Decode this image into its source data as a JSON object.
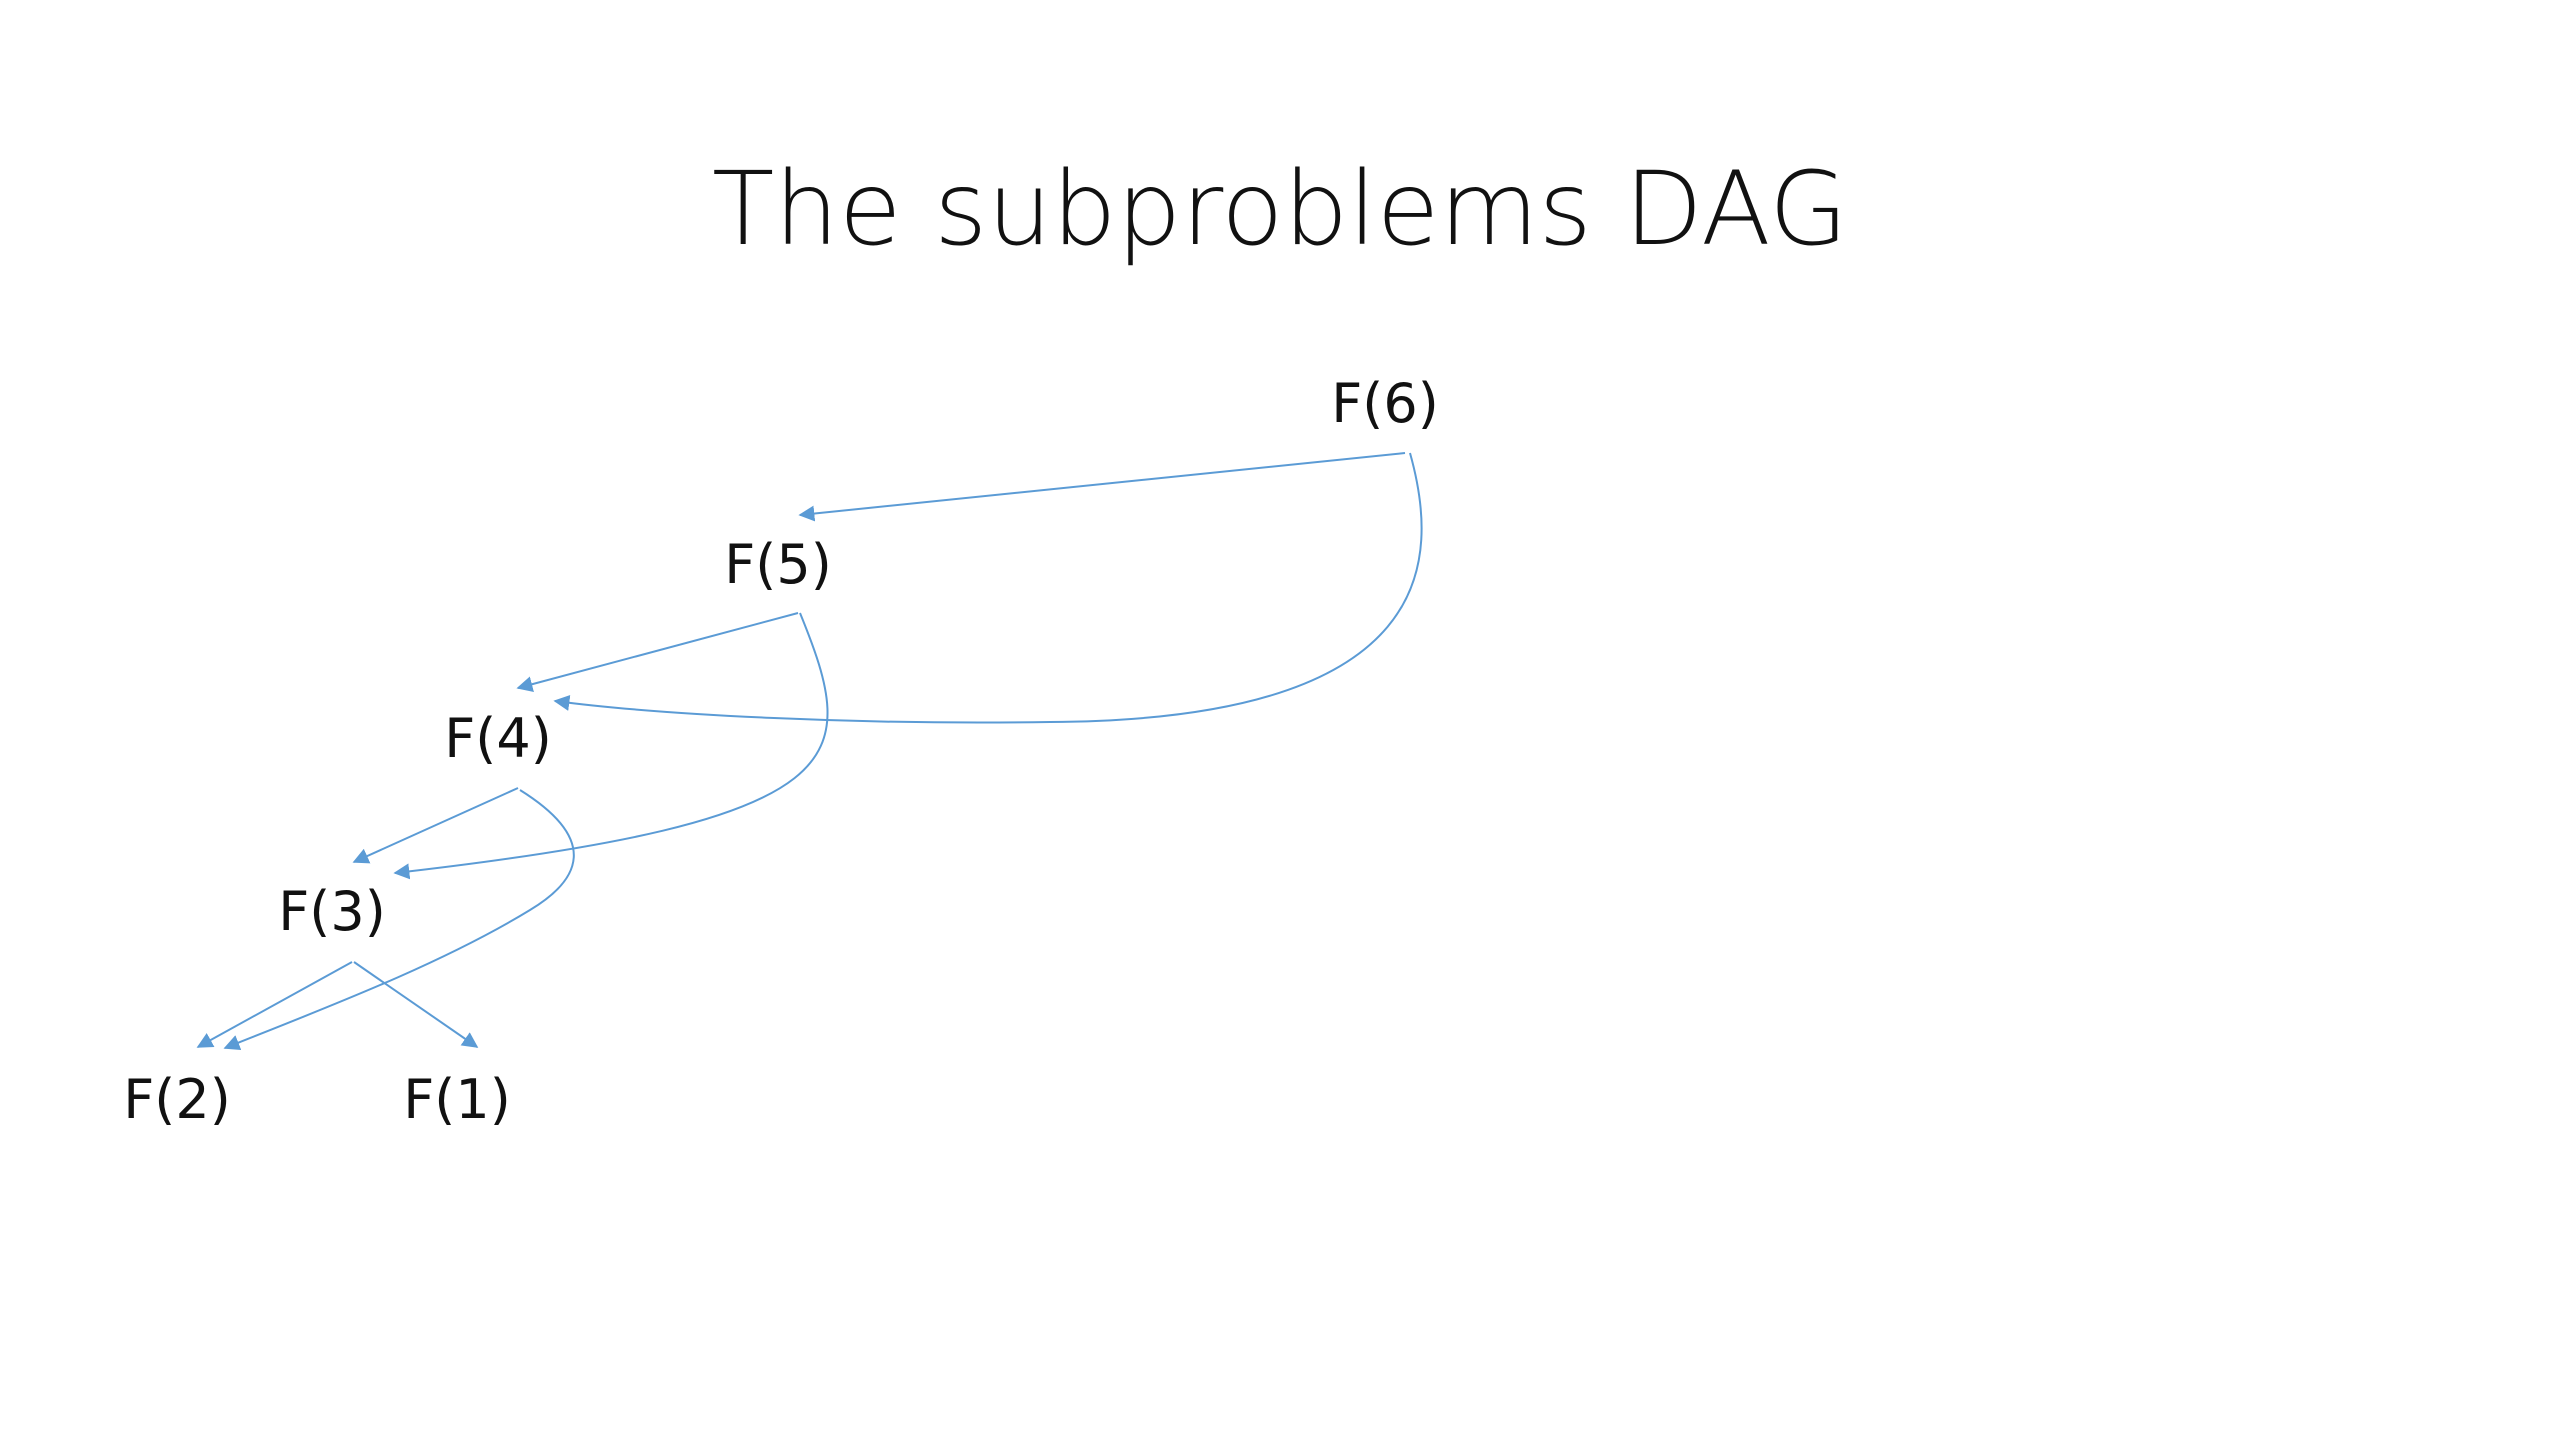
{
  "slide": {
    "title": "The subproblems DAG"
  },
  "graph": {
    "edge_color": "#5b9bd5",
    "text_color": "#111111",
    "nodes": [
      {
        "id": "f6",
        "label": "F(6)"
      },
      {
        "id": "f5",
        "label": "F(5)"
      },
      {
        "id": "f4",
        "label": "F(4)"
      },
      {
        "id": "f3",
        "label": "F(3)"
      },
      {
        "id": "f2",
        "label": "F(2)"
      },
      {
        "id": "f1",
        "label": "F(1)"
      }
    ],
    "edges": [
      {
        "from": "f6",
        "to": "f5"
      },
      {
        "from": "f6",
        "to": "f4"
      },
      {
        "from": "f5",
        "to": "f4"
      },
      {
        "from": "f5",
        "to": "f3"
      },
      {
        "from": "f4",
        "to": "f3"
      },
      {
        "from": "f4",
        "to": "f2"
      },
      {
        "from": "f3",
        "to": "f2"
      },
      {
        "from": "f3",
        "to": "f1"
      }
    ]
  }
}
